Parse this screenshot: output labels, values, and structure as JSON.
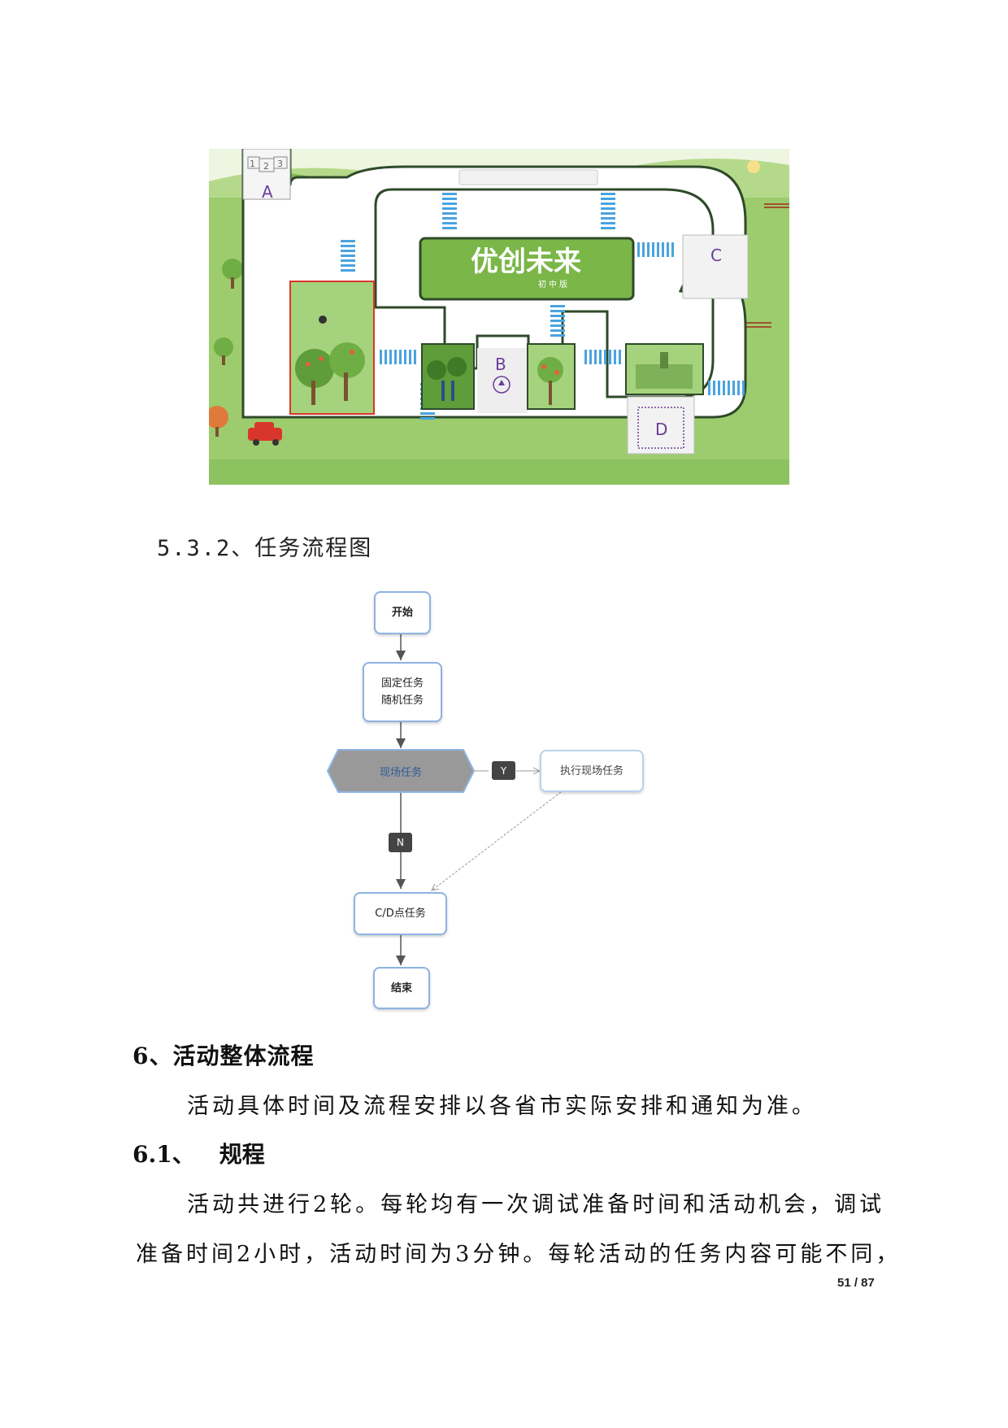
{
  "map": {
    "zones": {
      "a": "A",
      "b": "B",
      "c": "C",
      "d": "D"
    },
    "slot_numbers": [
      "1",
      "2",
      "3"
    ],
    "logo_title": "优创未来",
    "logo_subtitle": "初中版"
  },
  "section_532": {
    "title": "5.3.2、任务流程图"
  },
  "flowchart": {
    "start": "开始",
    "tasks_line1": "固定任务",
    "tasks_line2": "随机任务",
    "decision": "现场任务",
    "yes_tag": "Y",
    "execute": "执行现场任务",
    "no_tag": "N",
    "cd_tasks": "C/D点任务",
    "end": "结束"
  },
  "section_6": {
    "title": "6、活动整体流程",
    "intro": "活动具体时间及流程安排以各省市实际安排和通知为准。"
  },
  "section_61": {
    "number": "6.1、",
    "title": "规程",
    "para_line1": "活动共进行2轮。每轮均有一次调试准备时间和活动机会，调试",
    "para_line2": "准备时间2小时，活动时间为3分钟。每轮活动的任务内容可能不同，"
  },
  "page_number": "51 / 87",
  "colors": {
    "grass": "#8dc261",
    "road_border": "#2f4a2a",
    "node_border": "#8db3e2",
    "ladder_blue": "#4aa3df"
  }
}
